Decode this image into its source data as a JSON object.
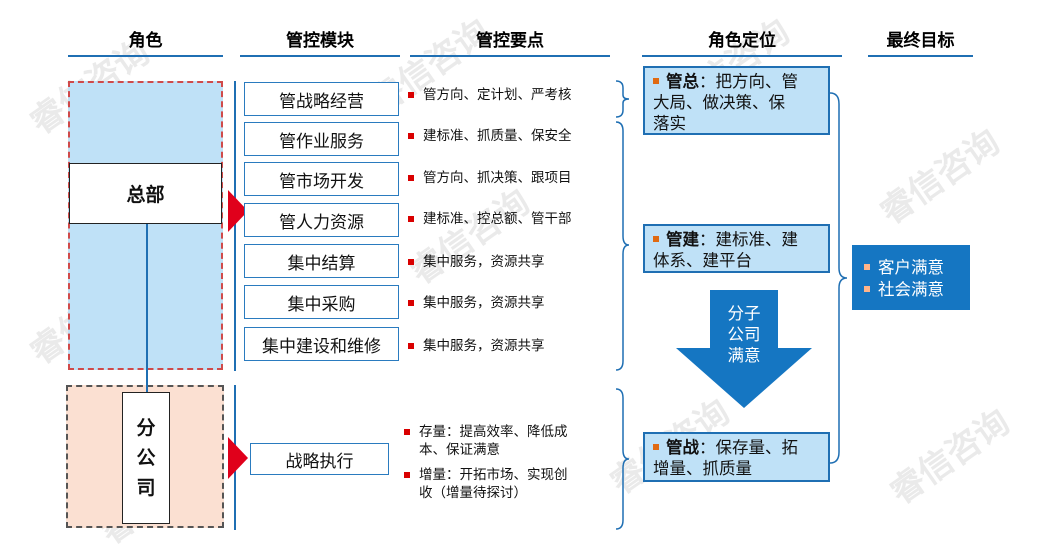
{
  "headers": {
    "role": "角色",
    "module": "管控模块",
    "points": "管控要点",
    "position": "角色定位",
    "goal": "最终目标"
  },
  "roles": {
    "hq": "总部",
    "branch": [
      "分",
      "公",
      "司"
    ]
  },
  "modules": [
    "管战略经营",
    "管作业服务",
    "管市场开发",
    "管人力资源",
    "集中结算",
    "集中采购",
    "集中建设和维修",
    "战略执行"
  ],
  "points": [
    "管方向、定计划、严考核",
    "建标准、抓质量、保安全",
    "管方向、抓决策、跟项目",
    "建标准、控总额、管干部",
    "集中服务，资源共享",
    "集中服务，资源共享",
    "集中服务，资源共享"
  ],
  "branch_points": [
    {
      "line1": "存量：提高效率、降低成",
      "line2": "本、保证满意"
    },
    {
      "line1": "增量：开拓市场、实现创",
      "line2": "收（增量待探讨）"
    }
  ],
  "positions": [
    {
      "key": "管总",
      "rest": "：把方向、管",
      "line2": "大局、做决策、保",
      "line3": "落实"
    },
    {
      "key": "管建",
      "rest": "：建标准、建",
      "line2": "体系、建平台",
      "line3": ""
    },
    {
      "key": "管战",
      "rest": "：保存量、拓",
      "line2": "增量、抓质量",
      "line3": ""
    }
  ],
  "arrow_text": [
    "分子",
    "公司",
    "满意"
  ],
  "goals": [
    "客户满意",
    "社会满意"
  ],
  "watermark": "睿信咨询",
  "colors": {
    "accent": "#1f6fb3",
    "hq_zone": "#bfe1f7",
    "branch_zone": "#fbe0d2",
    "goal_box": "#1576c2",
    "pointer": "#e0001b"
  }
}
